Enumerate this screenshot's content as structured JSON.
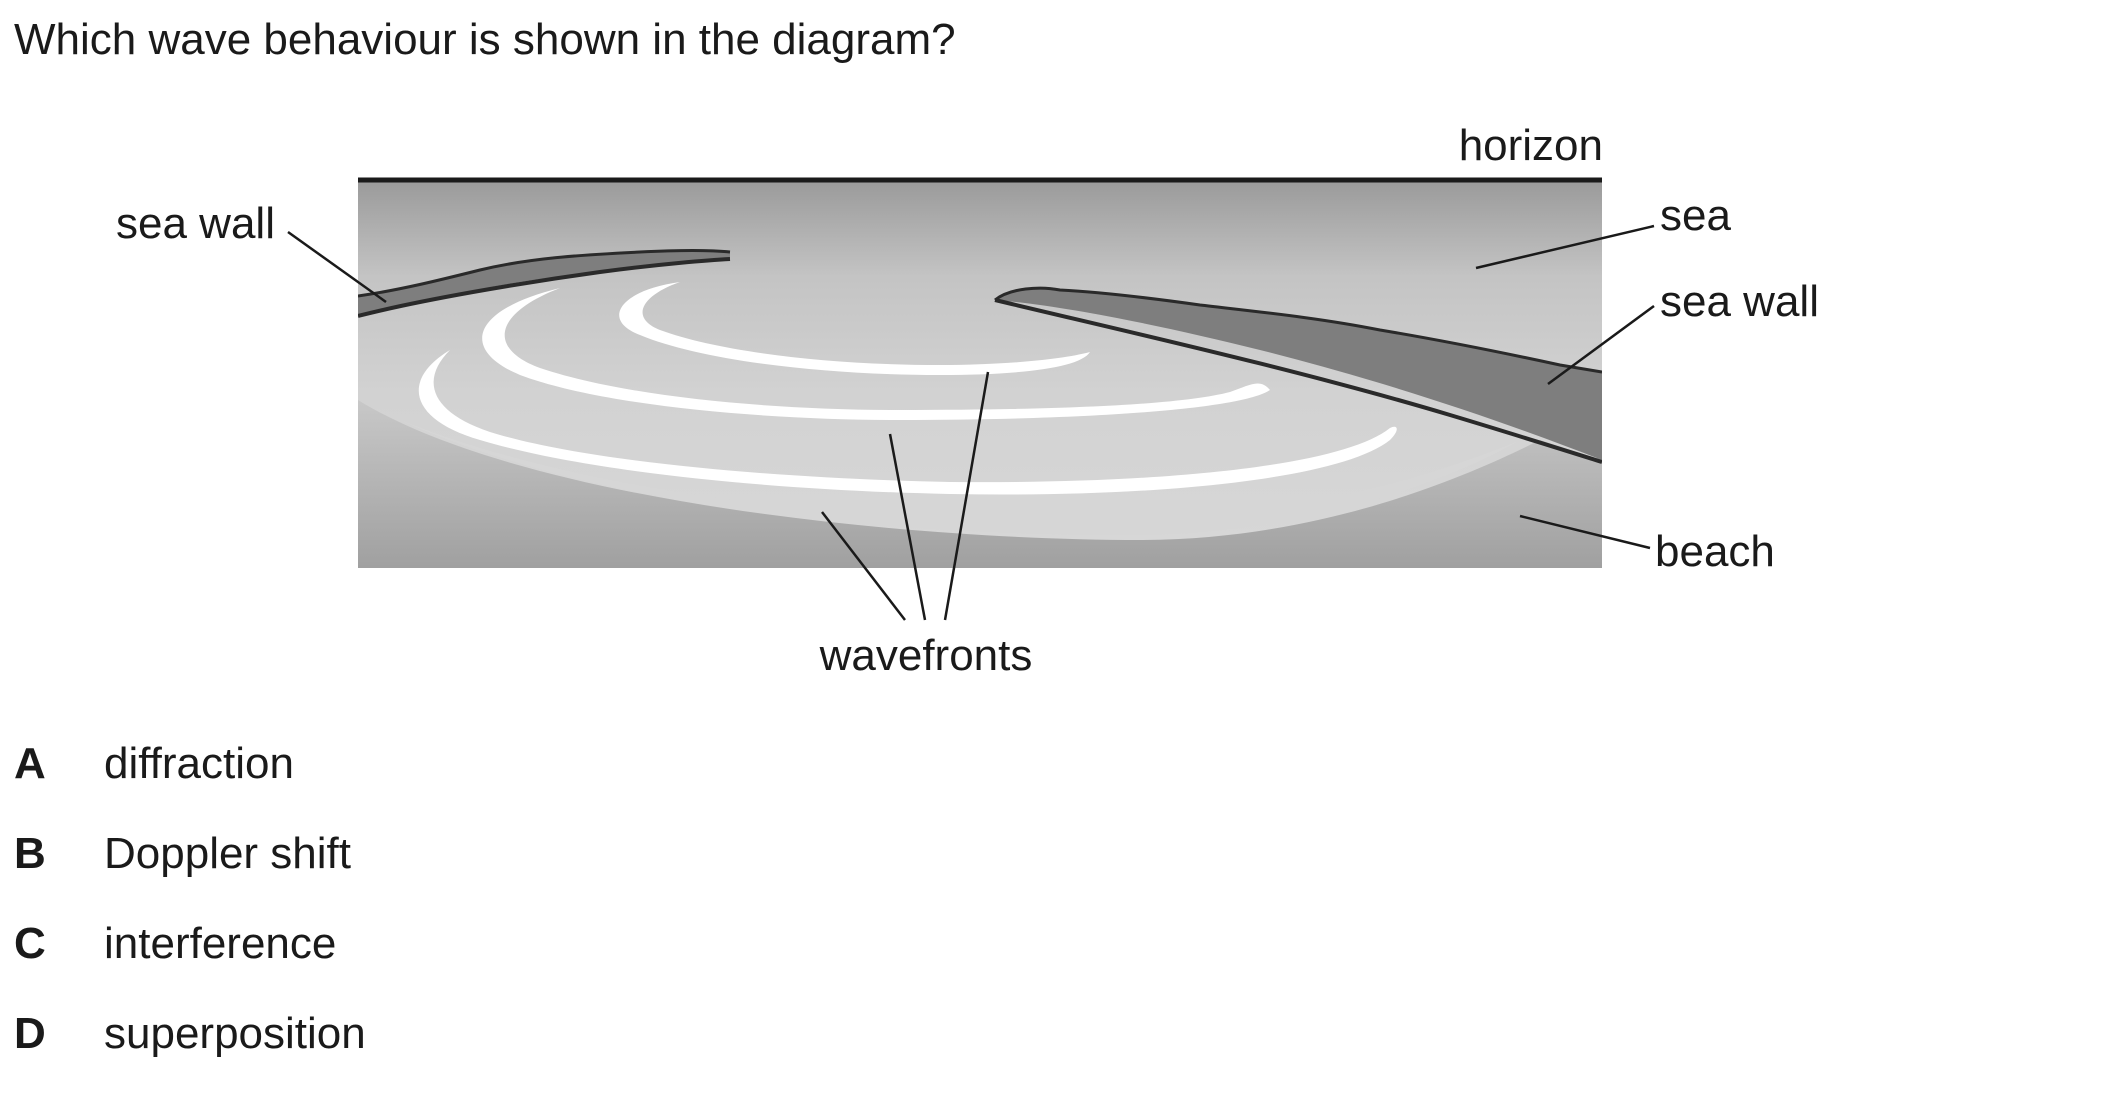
{
  "question": "Which wave behaviour is shown in the diagram?",
  "diagram": {
    "labels": {
      "horizon": "horizon",
      "sea_wall_left": "sea wall",
      "sea": "sea",
      "sea_wall_right": "sea wall",
      "beach": "beach",
      "wavefronts": "wavefronts"
    }
  },
  "options": [
    {
      "letter": "A",
      "text": "diffraction"
    },
    {
      "letter": "B",
      "text": "Doppler shift"
    },
    {
      "letter": "C",
      "text": "interference"
    },
    {
      "letter": "D",
      "text": "superposition"
    }
  ]
}
